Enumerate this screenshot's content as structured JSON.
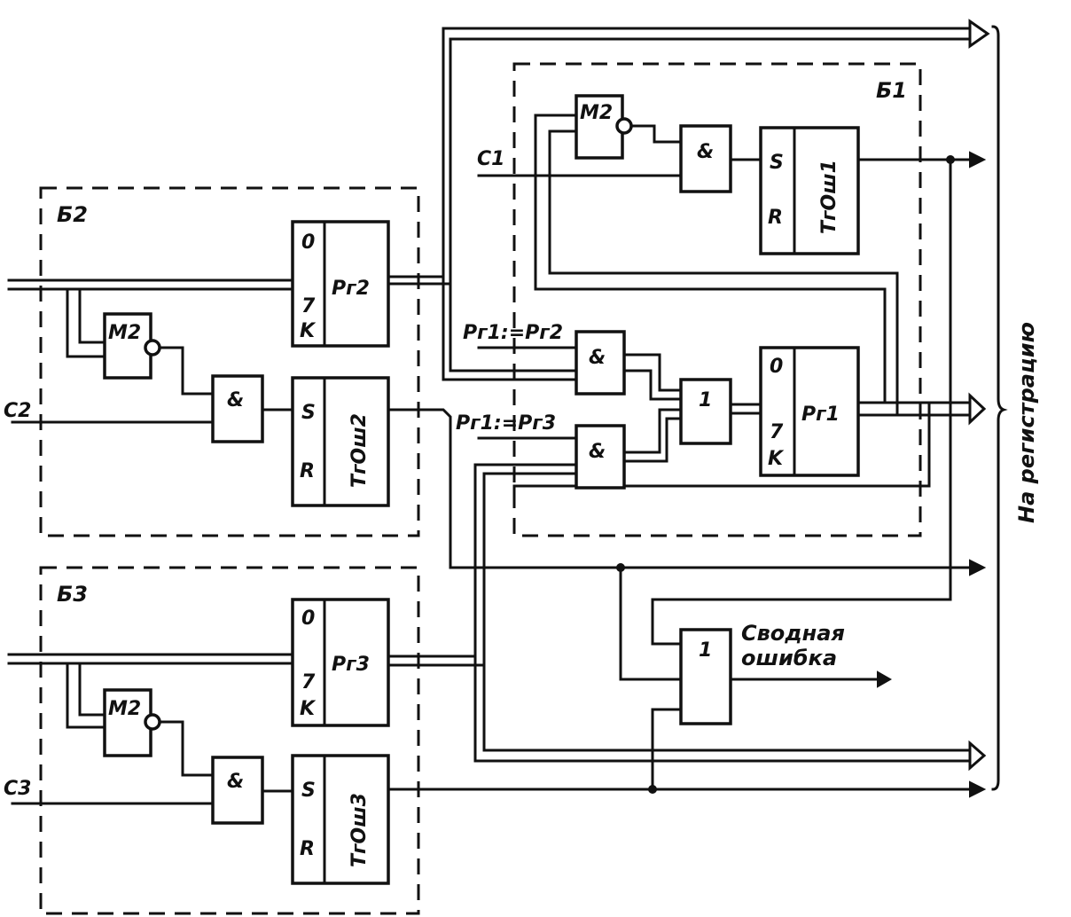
{
  "blocks": {
    "b1": "Б1",
    "b2": "Б2",
    "b3": "Б3"
  },
  "signals": {
    "c1": "C1",
    "c2": "C2",
    "c3": "C3",
    "rg1_rg2": "Рг1:=Рг2",
    "rg1_rg3": "Рг1:=Рг3"
  },
  "elements": {
    "m2": "М2",
    "and": "&",
    "or": "1",
    "s": "S",
    "r": "R",
    "zero": "0",
    "seven": "7",
    "k": "K",
    "rg1": "Рг1",
    "rg2": "Рг2",
    "rg3": "Рг3",
    "trosh1": "ТгОш1",
    "trosh2": "ТгОш2",
    "trosh3": "ТгОш3"
  },
  "outputs": {
    "summary_line1": "Сводная",
    "summary_line2": "ошибка",
    "registration": "На регистрацию"
  }
}
